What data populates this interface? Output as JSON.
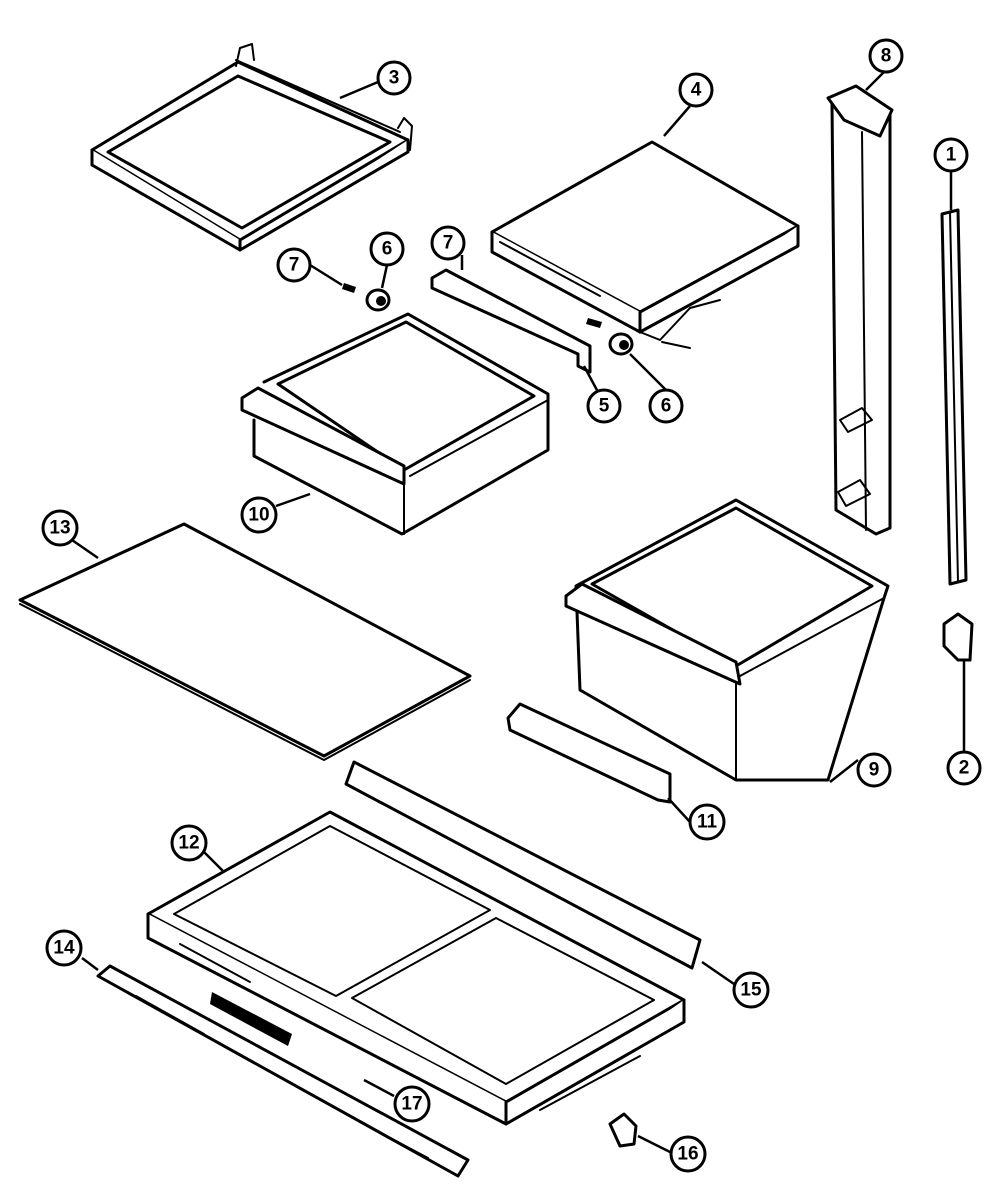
{
  "diagram": {
    "callouts": {
      "c1": "1",
      "c2": "2",
      "c3": "3",
      "c4": "4",
      "c5": "5",
      "c6a": "6",
      "c6b": "6",
      "c7a": "7",
      "c7b": "7",
      "c8": "8",
      "c9": "9",
      "c10": "10",
      "c11": "11",
      "c12": "12",
      "c13": "13",
      "c14": "14",
      "c15": "15",
      "c16": "16",
      "c17": "17"
    }
  }
}
